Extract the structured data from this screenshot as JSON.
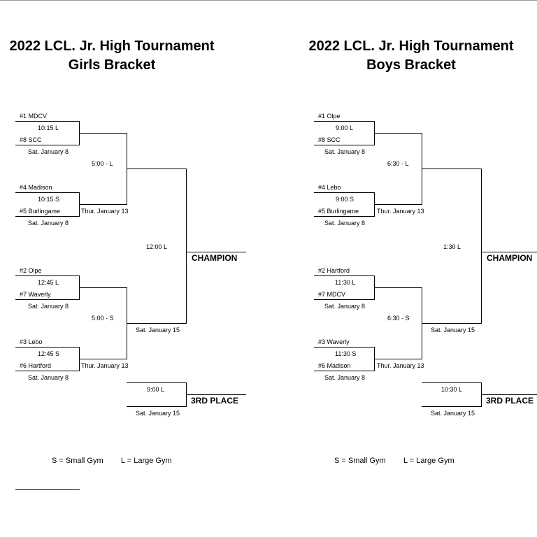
{
  "girls": {
    "title_line1": "2022 LCL. Jr. High Tournament",
    "title_line2": "Girls Bracket",
    "seeds": [
      "#1 MDCV",
      "#8 SCC",
      "#4 Madison",
      "#5 Burlingame",
      "#2 Olpe",
      "#7 Waverly",
      "#3 Lebo",
      "#6 Hartford"
    ],
    "r1_times": [
      "10:15  L",
      "10:15  S",
      "12:45  L",
      "12:45  S"
    ],
    "r1_dates": [
      "Sat. January 8",
      "Sat. January 8",
      "Sat. January 8",
      "Sat. January 8"
    ],
    "semi_times": [
      "5:00  -  L",
      "5:00  -  S"
    ],
    "semi_dates": [
      "Thur. January 13",
      "Thur. January 13"
    ],
    "final_time": "12:00   L",
    "final_date": "Sat. January 15",
    "champion": "CHAMPION",
    "third_time": "9:00   L",
    "third_date": "Sat. January 15",
    "third_label": "3RD PLACE",
    "legend_small": "S = Small Gym",
    "legend_large": "L = Large Gym"
  },
  "boys": {
    "title_line1": "2022 LCL. Jr. High Tournament",
    "title_line2": "Boys Bracket",
    "seeds": [
      "#1 Olpe",
      "#8 SCC",
      "#4 Lebo",
      "#5 Burlingame",
      "#2 Hartford",
      "#7 MDCV",
      "#3 Waverly",
      "#6 Madison"
    ],
    "r1_times": [
      "9:00  L",
      "9:00  S",
      "11:30  L",
      "11:30  S"
    ],
    "r1_dates": [
      "Sat. January 8",
      "Sat. January 8",
      "Sat. January 8",
      "Sat. January 8"
    ],
    "semi_times": [
      "6:30  -  L",
      "6:30  -  S"
    ],
    "semi_dates": [
      "Thur. January 13",
      "Thur. January 13"
    ],
    "final_time": "1:30   L",
    "final_date": "Sat. January 15",
    "champion": "CHAMPION",
    "third_time": "10:30   L",
    "third_date": "Sat. January 15",
    "third_label": "3RD PLACE",
    "legend_small": "S = Small Gym",
    "legend_large": "L = Large Gym"
  }
}
